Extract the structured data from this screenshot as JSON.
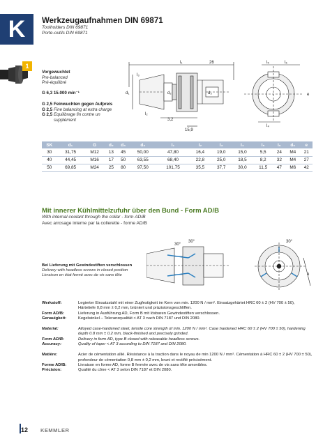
{
  "header": {
    "logo_letter": "K",
    "title": "Werkzeugaufnahmen DIN 69871",
    "subtitle_en": "Toolholders DIN 69871",
    "subtitle_fr": "Porte-outils DIN 69871"
  },
  "badge": "1",
  "balance": {
    "de": "Vorgewuchtet",
    "en": "Pre-balanced",
    "fr": "Pré-équilibré"
  },
  "speed": "G 6,3  15.000 min⁻¹",
  "grades": [
    {
      "g": "G 2,5",
      "text": "Feinwuchten gegen Aufpreis",
      "style": "b"
    },
    {
      "g": "G 2,5",
      "text": "Fine balancing at extra charge",
      "style": "i"
    },
    {
      "g": "G 2,5",
      "text": "Equilibrage fin contre un",
      "style": "i"
    },
    {
      "g": "",
      "text": "supplément",
      "style": "i"
    }
  ],
  "drawing1_labels": {
    "l1": "l₁",
    "dim26": "26",
    "l3": "l₃",
    "l5": "l₅",
    "l6": "l₆",
    "l2": "l₂",
    "d1": "d₁",
    "d2": "d₂",
    "d3": "d₃",
    "l4": "l₄",
    "e": "e",
    "dim32": "3,2",
    "dim159": "15,9"
  },
  "table": {
    "headers": [
      "SK",
      "d₁",
      "G",
      "d₂",
      "d₃",
      "d₃",
      "l₁",
      "l₂",
      "l₃",
      "l₄",
      "l₅",
      "l₆",
      "d₆",
      "e"
    ],
    "rows": [
      [
        "30",
        "31,75",
        "M12",
        "13",
        "45",
        "50,00",
        "47,80",
        "16,4",
        "19,0",
        "15,0",
        "5,5",
        "24",
        "M4",
        "21"
      ],
      [
        "40",
        "44,45",
        "M16",
        "17",
        "50",
        "63,55",
        "68,40",
        "22,8",
        "25,0",
        "18,5",
        "8,2",
        "32",
        "M4",
        "27"
      ],
      [
        "50",
        "69,85",
        "M24",
        "25",
        "80",
        "97,50",
        "101,75",
        "35,5",
        "37,7",
        "30,0",
        "11,5",
        "47",
        "M6",
        "42"
      ]
    ]
  },
  "section": {
    "title": "Mit innerer Kühlmittelzufuhr über den Bund - Form AD/B",
    "subtitle_en": "With internal coolant through the collar - form AD/B",
    "subtitle_fr": "Avec arrosage interne par la collerette - forme AD/B"
  },
  "delivery": {
    "de": "Bei Lieferung mit Gewindestiften verschlossen",
    "en": "Delivery with headless screws in closed position",
    "fr": "Livraison en état fermé avec de vis sans tête"
  },
  "drawing2_labels": {
    "a1": "30°",
    "a2": "30°",
    "a3": "30°",
    "e": "e"
  },
  "specs_de": [
    {
      "lab": "Werkstoff:",
      "val": "Legierter Einsatzstahl mit einer Zugfestigkeit im Kern von min. 1200 N / mm². Einsatzgehärtet HRC 60 ± 2 (HV 700 ± 50), Härtetiefe 0,8 mm ± 0,2 mm, brüniert und präzisionsgeschliffen."
    },
    {
      "lab": "Form AD/B:",
      "val": "Lieferung in Ausführung AD, Form B mit lösbaren Gewindestiften verschlossen."
    },
    {
      "lab": "Genauigkeit:",
      "val": "Kegelwinkel – Toleranzqualität < AT 3 nach DIN 7187 und DIN 2080."
    }
  ],
  "specs_en": [
    {
      "lab": "Material:",
      "val": "Alloyed case-hardened steel, tensile core strength of min. 1200 N / mm². Case hardened HRC 60 ± 2 (HV 700 ± 50), hardening depth 0.8 mm ± 0.2 mm, black-finished and precisely grinded."
    },
    {
      "lab": "Form AD/B:",
      "val": "Delivery in form AD, type B closed with releasable headless screws."
    },
    {
      "lab": "Accuracy:",
      "val": "Quality of taper < AT 3 according to DIN 7187 and DIN 2080."
    }
  ],
  "specs_fr": [
    {
      "lab": "Matière:",
      "val": "Acier de cémentation allié. Résistance à la traction dans le noyau de min 1200 N / mm². Cémentation à HRC 60 ± 2 (HV 700 ± 50), profondeur de cémentation 0,8 mm ± 0,2 mm, bruni et rectifié précisément."
    },
    {
      "lab": "Forme AD/B:",
      "val": "Livraison en forme AD, forme B fermée avec de vis sans tête amovibles."
    },
    {
      "lab": "Précision:",
      "val": "Qualité du cône < AT 3 selon DIN 7187 et DIN 2080."
    }
  ],
  "footer": {
    "page": "12",
    "brand": "KEMMLER"
  },
  "colors": {
    "brand_blue": "#1f3f73",
    "section_green": "#4a7a22",
    "table_header": "#a9b9cf",
    "badge": "#f2b400"
  }
}
